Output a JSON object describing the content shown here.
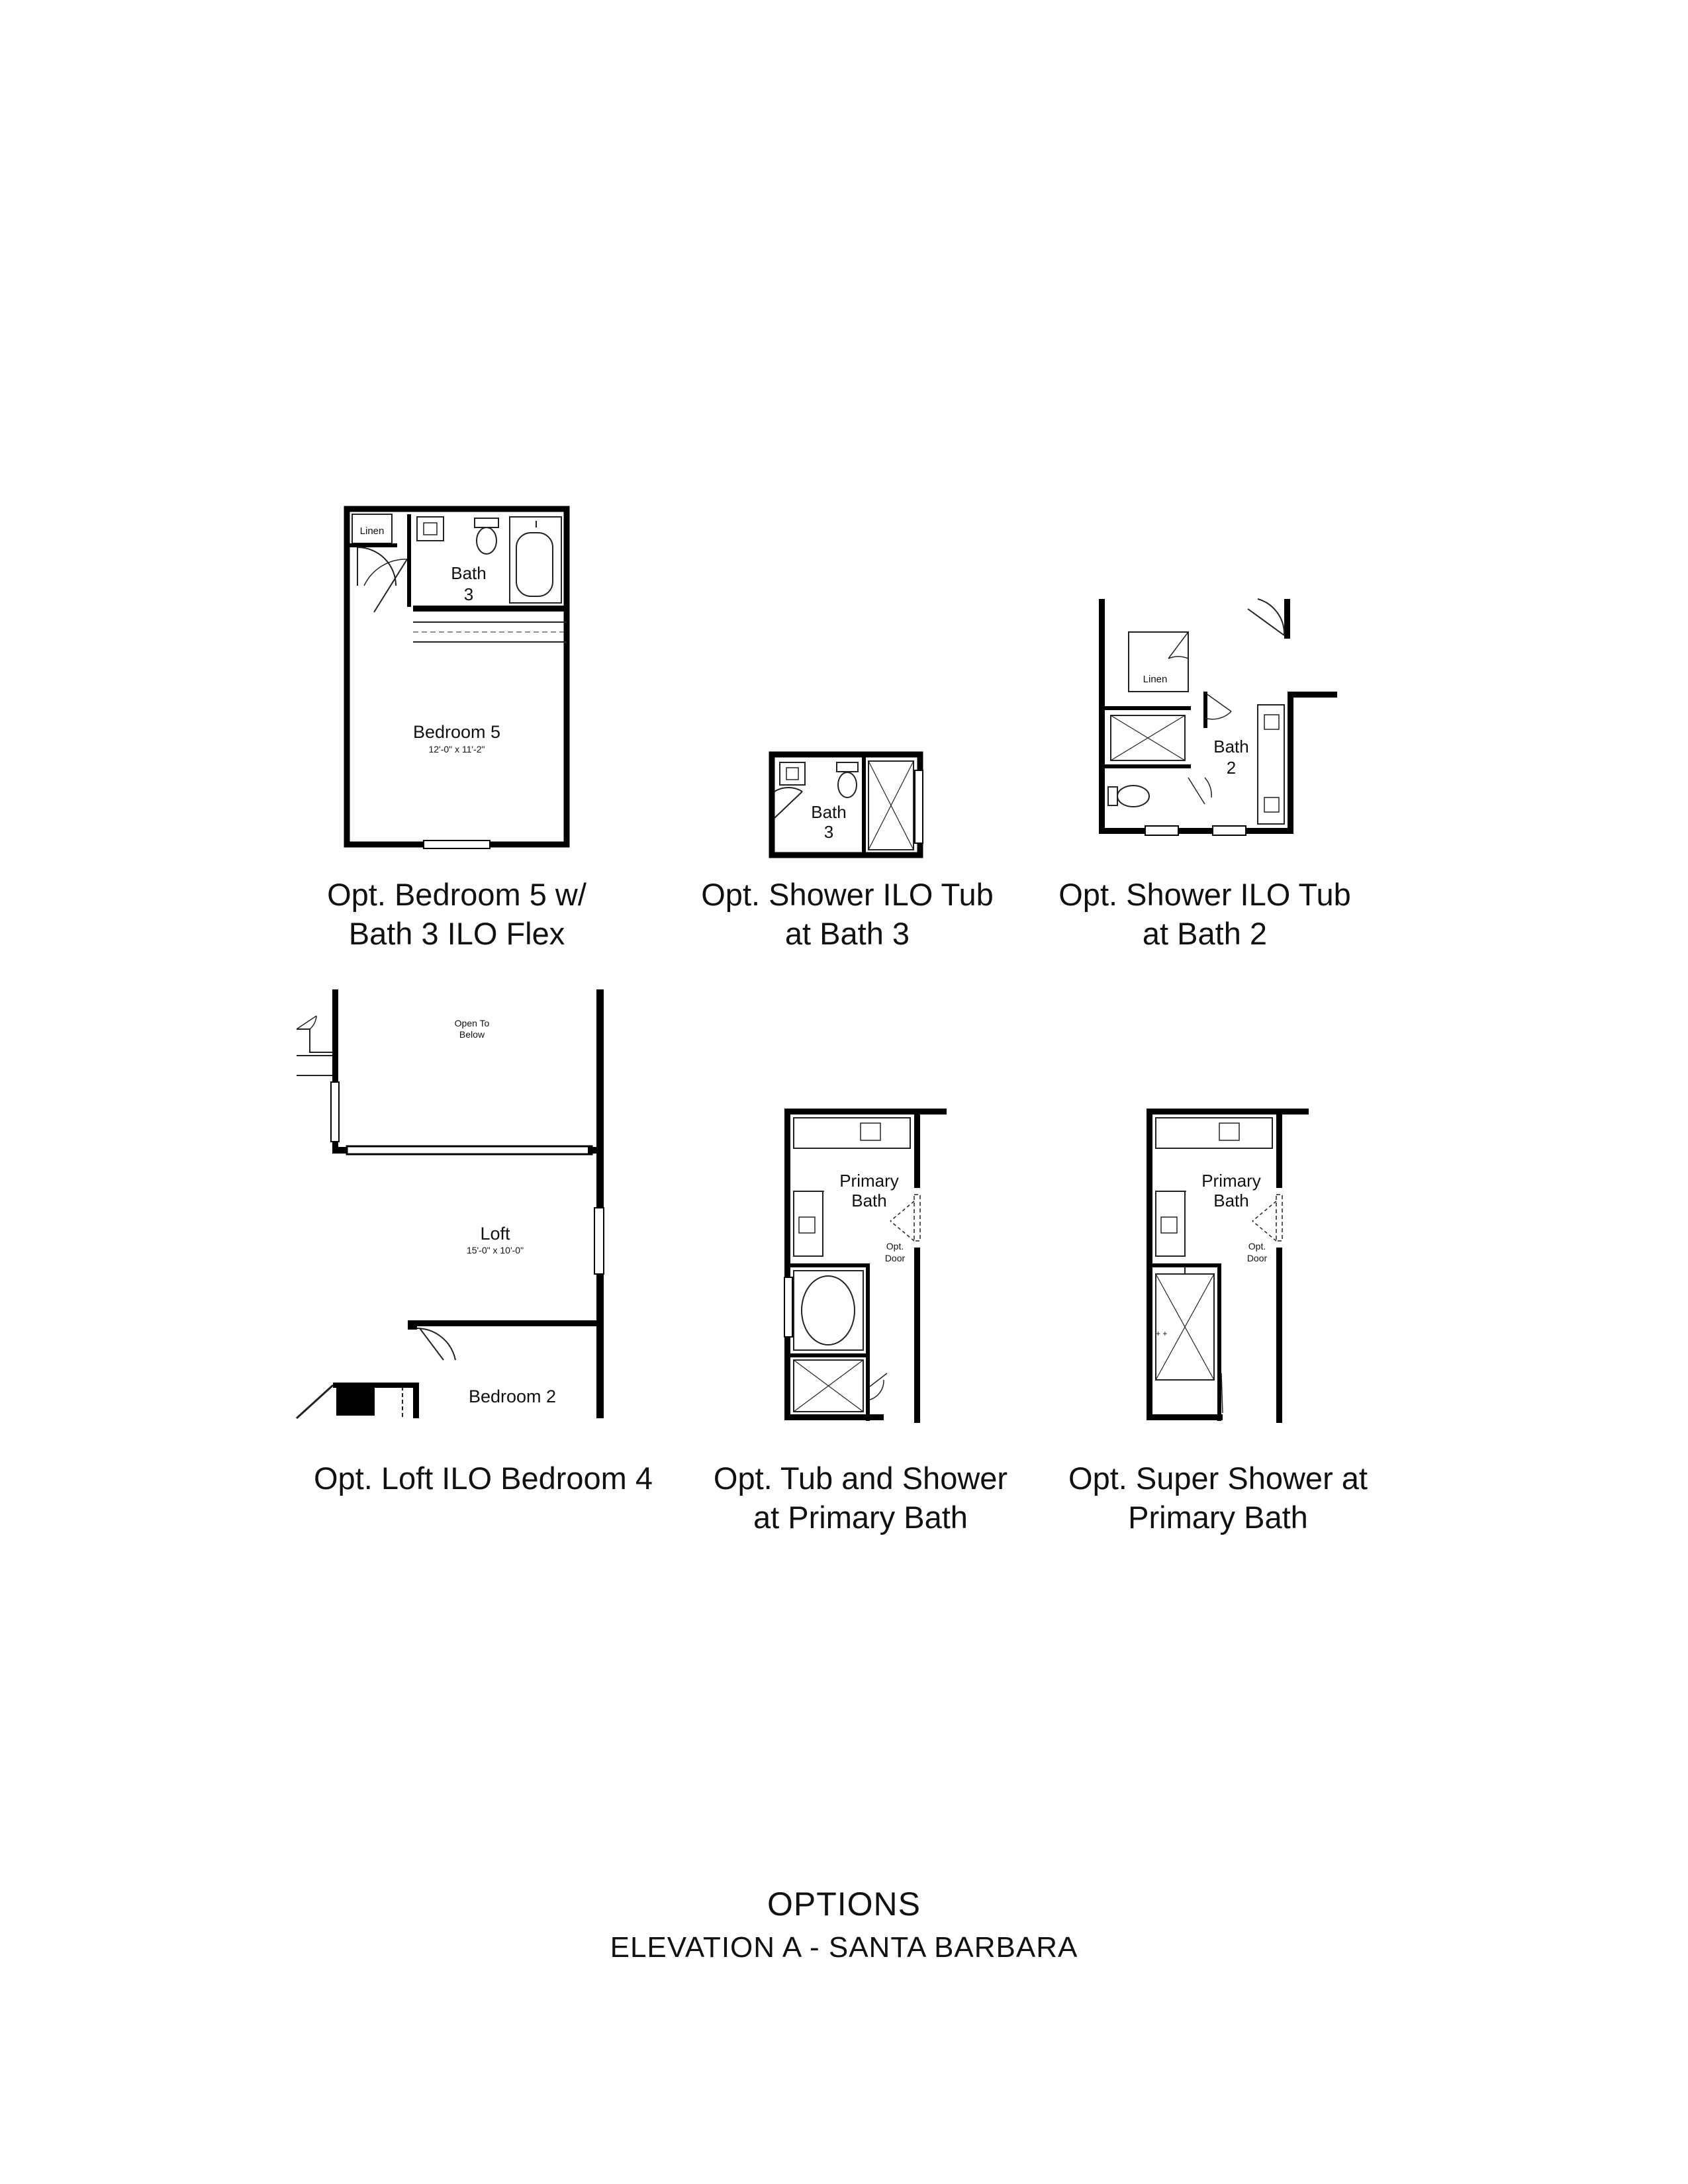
{
  "colors": {
    "wall": "#000000",
    "line": "#222222",
    "background": "#ffffff"
  },
  "footer": {
    "title": "OPTIONS",
    "subtitle": "ELEVATION A - SANTA BARBARA"
  },
  "plans": {
    "bedroom5": {
      "caption_line1": "Opt. Bedroom 5 w/",
      "caption_line2": "Bath 3 ILO Flex",
      "linen": "Linen",
      "bath": "Bath",
      "bath_num": "3",
      "room": "Bedroom 5",
      "room_dim": "12'-0\" x 11'-2\""
    },
    "shower_bath3": {
      "caption_line1": "Opt. Shower ILO Tub",
      "caption_line2": "at Bath 3",
      "bath": "Bath",
      "bath_num": "3"
    },
    "shower_bath2": {
      "caption_line1": "Opt. Shower ILO Tub",
      "caption_line2": "at Bath 2",
      "linen": "Linen",
      "bath": "Bath",
      "bath_num": "2"
    },
    "loft": {
      "caption": "Opt. Loft ILO Bedroom 4",
      "open_line1": "Open To",
      "open_line2": "Below",
      "room": "Loft",
      "room_dim": "15'-0\" x 10'-0\"",
      "bedroom": "Bedroom 2"
    },
    "tub_shower": {
      "caption_line1": "Opt. Tub and Shower",
      "caption_line2": "at Primary Bath",
      "room_line1": "Primary",
      "room_line2": "Bath",
      "door_line1": "Opt.",
      "door_line2": "Door"
    },
    "super_shower": {
      "caption_line1": "Opt. Super Shower at",
      "caption_line2": "Primary Bath",
      "room_line1": "Primary",
      "room_line2": "Bath",
      "door_line1": "Opt.",
      "door_line2": "Door"
    }
  }
}
